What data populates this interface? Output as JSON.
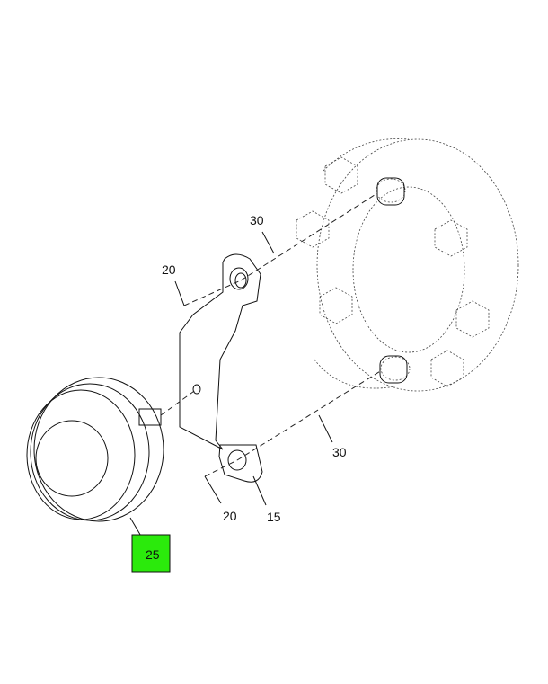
{
  "callouts": {
    "c30_top": "30",
    "c20_top": "20",
    "c30_bottom": "30",
    "c20_bottom": "20",
    "c15": "15",
    "c25": "25"
  },
  "highlight_color": "#2bea0c"
}
